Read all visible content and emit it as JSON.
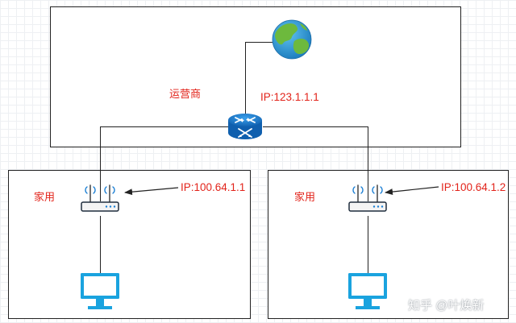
{
  "isp": {
    "label": "运营商",
    "ip": "IP:123.1.1.1"
  },
  "homes": [
    {
      "label": "家用",
      "ip": "IP:100.64.1.1"
    },
    {
      "label": "家用",
      "ip": "IP:100.64.1.2"
    }
  ],
  "watermark": "知乎 @叶焕新",
  "colors": {
    "label": "#e2231a",
    "monitor": "#1aa3df",
    "router": "#1b7fd4",
    "line": "#222222"
  },
  "icons": [
    "globe-icon",
    "core-router-icon",
    "wifi-router-icon",
    "monitor-icon"
  ]
}
